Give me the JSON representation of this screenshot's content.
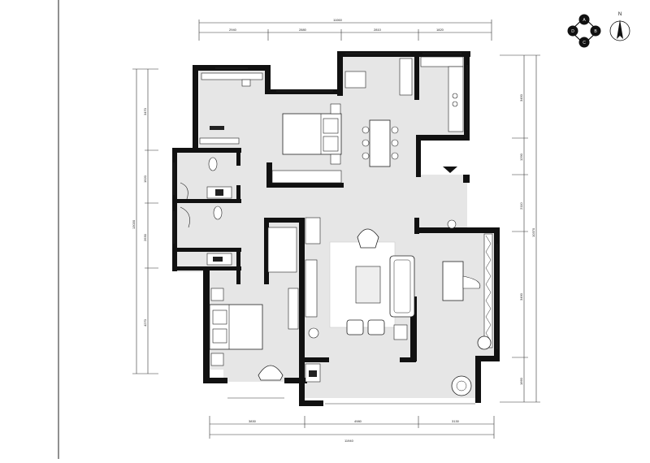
{
  "compass": {
    "north_label": "N",
    "letters": [
      "A",
      "B",
      "C",
      "D"
    ]
  },
  "dimensions": {
    "top_total": "11060",
    "top_segments": [
      "2940",
      "2880",
      "2810",
      "1820"
    ],
    "bottom_total": "11940",
    "bottom_segments": [
      "3830",
      "4980",
      "3130"
    ],
    "left_total": "13030",
    "left_segments": [
      "3470",
      "1920",
      "2630",
      "4270"
    ],
    "right_total": "10370",
    "right_segments": [
      "3450",
      "1290",
      "2110",
      "3490",
      "1660"
    ]
  },
  "colors": {
    "wall": "#111111",
    "floor": "#e6e6e6",
    "furniture": "#ffffff",
    "accent": "#000000"
  }
}
